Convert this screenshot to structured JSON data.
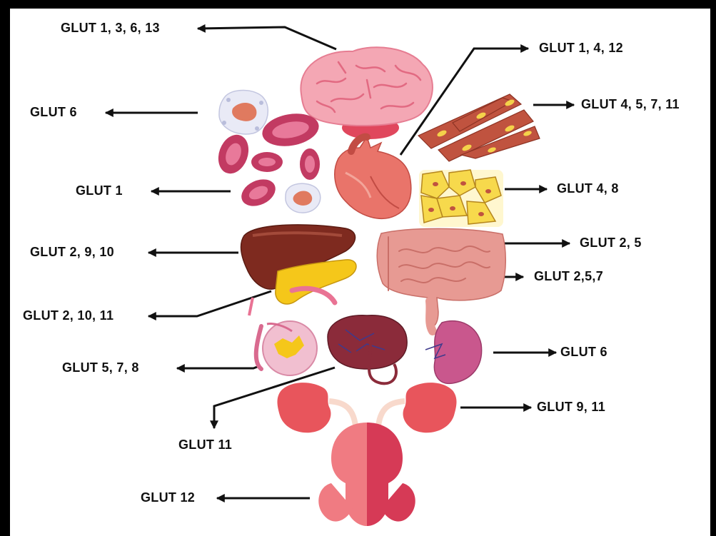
{
  "labels": {
    "brain": "GLUT 1, 3, 6, 13",
    "heart": "GLUT 1, 4, 12",
    "white_cells": "GLUT 6",
    "skeletal_muscle": "GLUT 4, 5, 7, 11",
    "red_cells": "GLUT 1",
    "adipose": "GLUT 4, 8",
    "liver": "GLUT 2, 9, 10",
    "large_intestine": "GLUT 2, 5",
    "small_intestine": "GLUT 2,5,7",
    "pancreas": "GLUT 2, 10, 11",
    "testis": "GLUT 5, 7, 8",
    "spleen": "GLUT 6",
    "kidney": "GLUT 9, 11",
    "placenta": "GLUT 11",
    "prostate": "GLUT 12"
  },
  "colors": {
    "brain": "#f4a7b4",
    "heart": "#e9746a",
    "muscle": "#c0533f",
    "adipose": "#f7d94c",
    "liver": "#7e2a1f",
    "pancreas": "#f5c71a",
    "intestine": "#e79a93",
    "placenta": "#8b2b3a",
    "spleen": "#c9578d",
    "kidney": "#e8555c",
    "bladder": "#d63a56",
    "red_cell": "#c23a62"
  }
}
